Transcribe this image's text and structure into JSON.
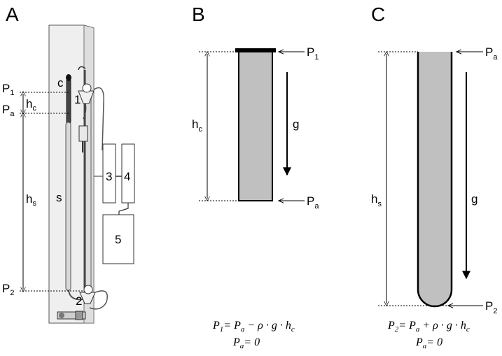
{
  "panels": {
    "a": {
      "letter": "A",
      "labels": {
        "p1": "P",
        "p1_sub": "1",
        "pa": "P",
        "pa_sub": "a",
        "hc": "h",
        "hc_sub": "c",
        "hs": "h",
        "hs_sub": "s",
        "p2": "P",
        "p2_sub": "2",
        "c": "c",
        "s": "s",
        "n1": "1",
        "n2": "2",
        "n3": "3",
        "n4": "4",
        "n5": "5"
      }
    },
    "b": {
      "letter": "B",
      "labels": {
        "p1": "P",
        "p1_sub": "1",
        "hc": "h",
        "hc_sub": "c",
        "g": "g",
        "pa": "P",
        "pa_sub": "a"
      },
      "equations": {
        "eq1": {
          "lhs": "P",
          "lhs_sub": "1",
          "rhs": "= P",
          "rhs_sub": "a",
          "rest": " − ρ · g · h",
          "rest_sub": "c"
        },
        "eq2": {
          "lhs": "P",
          "lhs_sub": "a",
          "rhs": "= 0"
        }
      }
    },
    "c": {
      "letter": "C",
      "labels": {
        "pa": "P",
        "pa_sub": "a",
        "hs": "h",
        "hs_sub": "s",
        "g": "g",
        "p2": "P",
        "p2_sub": "2"
      },
      "equations": {
        "eq1": {
          "lhs": "P",
          "lhs_sub": "2",
          "rhs": "= P",
          "rhs_sub": "a",
          "rest": " + ρ · g · h",
          "rest_sub": "c"
        },
        "eq2": {
          "lhs": "P",
          "lhs_sub": "a",
          "rhs": "= 0"
        }
      }
    }
  },
  "colors": {
    "fluid": "#c0c0c0",
    "stroke": "#000000",
    "apparatus": "#e6e6e6"
  }
}
